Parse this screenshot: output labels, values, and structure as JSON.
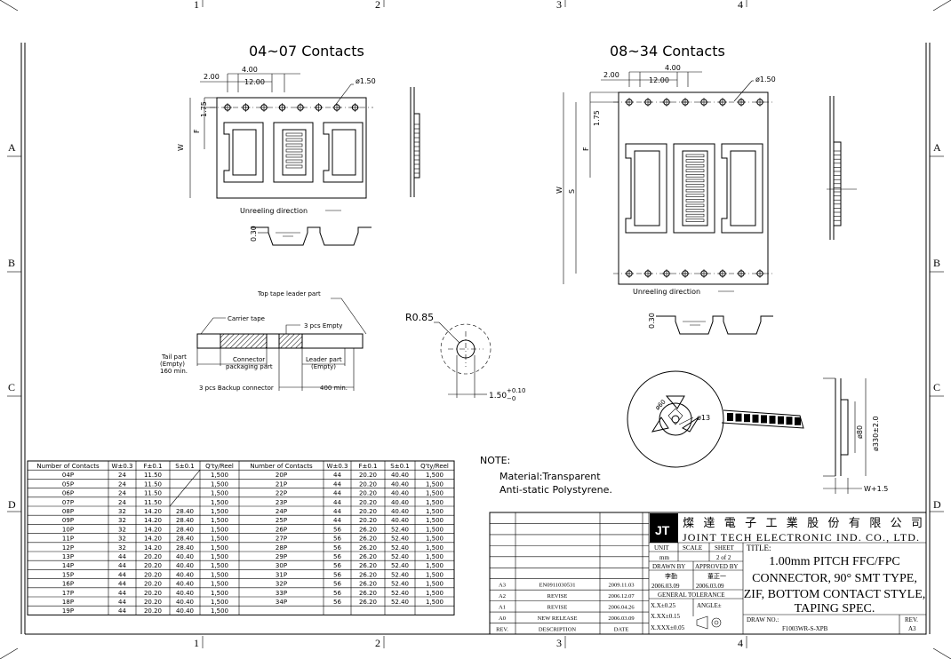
{
  "border": {
    "cols_top": [
      "1",
      "2",
      "3",
      "4"
    ],
    "cols_bottom": [
      "1",
      "2",
      "3",
      "4"
    ],
    "rows": [
      "A",
      "B",
      "C",
      "D"
    ]
  },
  "views": {
    "left_title": "04~07 Contacts",
    "right_title": "08~34 Contacts",
    "dim_pitch": "4.00",
    "dim_2": "2.00",
    "dim_12": "12.00",
    "dim_hole": "ø1.50",
    "dim_175": "1.75",
    "dim_F": "F",
    "dim_W": "W",
    "dim_S": "S",
    "unreel": "Unreeling direction",
    "dim_030": "0.30"
  },
  "tape": {
    "top_leader": "Top tape leader part",
    "carrier": "Carrier tape",
    "empty3": "3 pcs Empty",
    "tail1": "Tail part",
    "tail2": "(Empty)",
    "tail3": "160 min.",
    "conn1": "Connector",
    "conn2": "packaging part",
    "lead1": "Leader part",
    "lead2": "(Empty)",
    "backup": "3 pcs Backup connector",
    "min400": "400 min."
  },
  "hole_detail": {
    "r": "R0.85",
    "dim": "1.50",
    "tol_up": "+0.10",
    "tol_dn": "−0"
  },
  "reel": {
    "d60": "ø60",
    "d13": "ø13",
    "d80": "ø80",
    "d330": "ø330±2.0",
    "w": "W+1.5"
  },
  "note": {
    "head": "NOTE:",
    "line1": "Material:Transparent",
    "line2": "Anti-static Polystyrene."
  },
  "table": {
    "headers": [
      "Number of Contacts",
      "W±0.3",
      "F±0.1",
      "S±0.1",
      "Q'ty/Reel"
    ],
    "left": [
      [
        "04P",
        "24",
        "11.50",
        "",
        "1,500"
      ],
      [
        "05P",
        "24",
        "11.50",
        "",
        "1,500"
      ],
      [
        "06P",
        "24",
        "11.50",
        "",
        "1,500"
      ],
      [
        "07P",
        "24",
        "11.50",
        "",
        "1,500"
      ],
      [
        "08P",
        "32",
        "14.20",
        "28.40",
        "1,500"
      ],
      [
        "09P",
        "32",
        "14.20",
        "28.40",
        "1,500"
      ],
      [
        "10P",
        "32",
        "14.20",
        "28.40",
        "1,500"
      ],
      [
        "11P",
        "32",
        "14.20",
        "28.40",
        "1,500"
      ],
      [
        "12P",
        "32",
        "14.20",
        "28.40",
        "1,500"
      ],
      [
        "13P",
        "44",
        "20.20",
        "40.40",
        "1,500"
      ],
      [
        "14P",
        "44",
        "20.20",
        "40.40",
        "1,500"
      ],
      [
        "15P",
        "44",
        "20.20",
        "40.40",
        "1,500"
      ],
      [
        "16P",
        "44",
        "20.20",
        "40.40",
        "1,500"
      ],
      [
        "17P",
        "44",
        "20.20",
        "40.40",
        "1,500"
      ],
      [
        "18P",
        "44",
        "20.20",
        "40.40",
        "1,500"
      ],
      [
        "19P",
        "44",
        "20.20",
        "40.40",
        "1,500"
      ]
    ],
    "right": [
      [
        "20P",
        "44",
        "20.20",
        "40.40",
        "1,500"
      ],
      [
        "21P",
        "44",
        "20.20",
        "40.40",
        "1,500"
      ],
      [
        "22P",
        "44",
        "20.20",
        "40.40",
        "1,500"
      ],
      [
        "23P",
        "44",
        "20.20",
        "40.40",
        "1,500"
      ],
      [
        "24P",
        "44",
        "20.20",
        "40.40",
        "1,500"
      ],
      [
        "25P",
        "44",
        "20.20",
        "40.40",
        "1,500"
      ],
      [
        "26P",
        "56",
        "26.20",
        "52.40",
        "1,500"
      ],
      [
        "27P",
        "56",
        "26.20",
        "52.40",
        "1,500"
      ],
      [
        "28P",
        "56",
        "26.20",
        "52.40",
        "1,500"
      ],
      [
        "29P",
        "56",
        "26.20",
        "52.40",
        "1,500"
      ],
      [
        "30P",
        "56",
        "26.20",
        "52.40",
        "1,500"
      ],
      [
        "31P",
        "56",
        "26.20",
        "52.40",
        "1,500"
      ],
      [
        "32P",
        "56",
        "26.20",
        "52.40",
        "1,500"
      ],
      [
        "33P",
        "56",
        "26.20",
        "52.40",
        "1,500"
      ],
      [
        "34P",
        "56",
        "26.20",
        "52.40",
        "1,500"
      ],
      [
        "",
        "",
        "",
        "",
        ""
      ]
    ]
  },
  "title_block": {
    "company_cn": "燦 達 電 子 工 業 股 份 有 限 公 司",
    "company_en": "JOINT TECH ELECTRONIC IND. CO., LTD.",
    "unit_label": "UNIT",
    "unit": "mm",
    "scale_label": "SCALE",
    "sheet_label": "SHEET",
    "sheet": "2 of 2",
    "title_label": "TITLE:",
    "title1": "1.00mm PITCH FFC/FPC",
    "title2": "CONNECTOR, 90° SMT TYPE,",
    "title3": "ZIF, BOTTOM CONTACT STYLE,",
    "title4": "TAPING SPEC.",
    "drawn_label": "DRAWN BY",
    "drawn": "李勤",
    "drawn_date": "2006.03.09",
    "approved_label": "APPROVED BY",
    "approved": "董正一",
    "approved_date": "2006.03.09",
    "tol_label": "GENERAL TOLERANCE",
    "tol1": "X.X±0.25",
    "tol2": "X.XX±0.15",
    "tol3": "X.XXX±0.05",
    "angle": "ANGLE±",
    "dwg_label": "DRAW NO.:",
    "dwg": "F1003WR-S-XPB",
    "rev_label": "REV.",
    "rev": "A3",
    "revisions": [
      {
        "rev": "A3",
        "desc": "EN0911030531",
        "date": "2009.11.03"
      },
      {
        "rev": "A2",
        "desc": "REVISE",
        "date": "2006.12.07"
      },
      {
        "rev": "A1",
        "desc": "REVISE",
        "date": "2006.04.26"
      },
      {
        "rev": "A0",
        "desc": "NEW RELEASE",
        "date": "2006.03.09"
      }
    ],
    "rev_head": "REV.",
    "desc_head": "DESCRIPTION",
    "date_head": "DATE"
  }
}
